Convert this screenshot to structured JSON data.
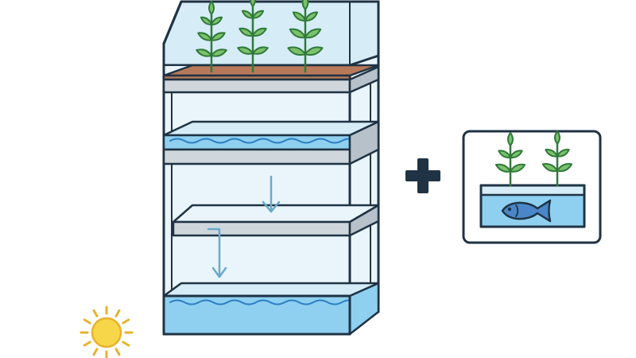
{
  "diagram": {
    "palette": {
      "outline": "#1f3344",
      "glass": "#d6ecf7",
      "glass_light": "#e9f5fb",
      "water": "#8fd0f0",
      "water_dark": "#3a8fd0",
      "wave": "#2c7fc2",
      "shelf": "#cfd6dc",
      "shelf_dark": "#b7c1ca",
      "soil": "#b7795a",
      "leaf": "#7cc16b",
      "leaf_dark": "#2f7a3a",
      "arrow": "#6aa9c9",
      "plus": "#1f3344",
      "sun": "#f7d64a",
      "sun_ray": "#e7b32b",
      "fish": "#4a86c8",
      "inset_bg": "#ffffff"
    },
    "elements": [
      {
        "name": "vertical-aquaponics-rack",
        "icon": "vertical-rack"
      },
      {
        "name": "plant-tray",
        "icon": "plant-tray-with-three-seedlings"
      },
      {
        "name": "upper-water-tray",
        "icon": "water-tray"
      },
      {
        "name": "lower-shelf",
        "icon": "empty-shelf"
      },
      {
        "name": "bottom-fish-tank",
        "icon": "water-tank"
      },
      {
        "name": "flow-arrows",
        "icon": "down-arrow"
      },
      {
        "name": "plus-sign",
        "icon": "plus-icon"
      },
      {
        "name": "aquaponics-inset",
        "icon": "plants-over-fish-tank"
      },
      {
        "name": "sun",
        "icon": "sun-icon"
      }
    ]
  }
}
